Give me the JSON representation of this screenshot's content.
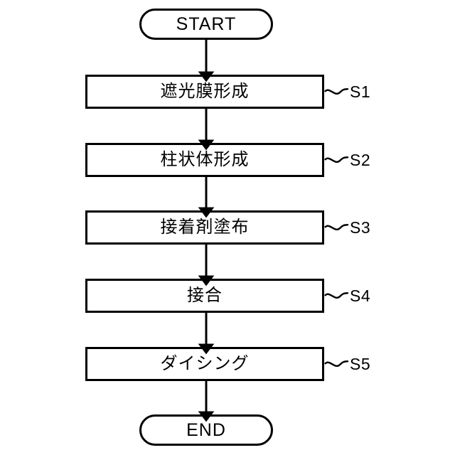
{
  "diagram": {
    "type": "flowchart",
    "title": "",
    "background_color": "#ffffff",
    "line_color": "#000000",
    "start": {
      "label": "START",
      "shape": "terminal"
    },
    "end": {
      "label": "END",
      "shape": "terminal"
    },
    "steps": [
      {
        "label": "遮光膜形成",
        "ref": "S1"
      },
      {
        "label": "柱状体形成",
        "ref": "S2"
      },
      {
        "label": "接着剤塗布",
        "ref": "S3"
      },
      {
        "label": "接合",
        "ref": "S4"
      },
      {
        "label": "ダイシング",
        "ref": "S5"
      }
    ]
  }
}
